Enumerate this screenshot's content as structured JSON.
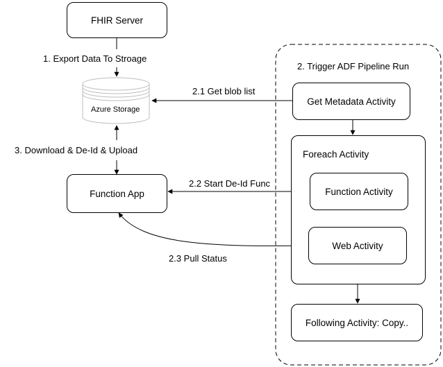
{
  "diagram": {
    "nodes": {
      "fhir_server": "FHIR Server",
      "azure_storage": "Azure Storage",
      "function_app": "Function App",
      "get_metadata": "Get Metadata Activity",
      "foreach": "Foreach Activity",
      "function_activity": "Function Activity",
      "web_activity": "Web Activity",
      "following_activity": "Following Activity: Copy.."
    },
    "labels": {
      "export": "1. Export Data To Stroage",
      "trigger": "2. Trigger ADF Pipeline Run",
      "get_blob_list": "2.1 Get blob list",
      "start_deid": "2.2 Start De-Id Func",
      "pull_status": "2.3 Pull Status",
      "download": "3. Download & De-Id & Upload"
    }
  }
}
